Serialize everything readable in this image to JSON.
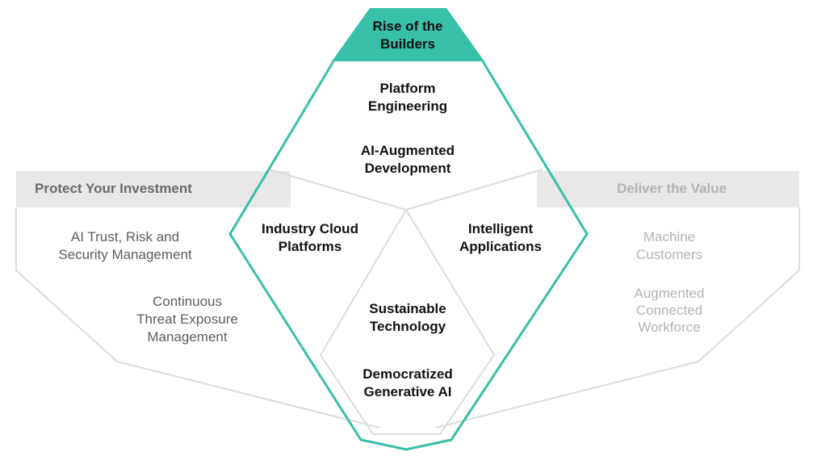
{
  "colors": {
    "accent": "#38c0a8",
    "outline": "#dcdcdc",
    "header_band": "#e8e8e8"
  },
  "top": {
    "title_line1": "Rise of the",
    "title_line2": "Builders"
  },
  "left": {
    "header": "Protect Your Investment",
    "item1_line1": "AI Trust, Risk and",
    "item1_line2": "Security Management",
    "item2_line1": "Continuous",
    "item2_line2": "Threat Exposure",
    "item2_line3": "Management"
  },
  "right": {
    "header": "Deliver the Value",
    "item1_line1": "Machine",
    "item1_line2": "Customers",
    "item2_line1": "Augmented",
    "item2_line2": "Connected",
    "item2_line3": "Workforce"
  },
  "center": {
    "platform_line1": "Platform",
    "platform_line2": "Engineering",
    "aiaug_line1": "AI-Augmented",
    "aiaug_line2": "Development",
    "industry_line1": "Industry Cloud",
    "industry_line2": "Platforms",
    "intelligent_line1": "Intelligent",
    "intelligent_line2": "Applications",
    "sustainable_line1": "Sustainable",
    "sustainable_line2": "Technology",
    "democratized_line1": "Democratized",
    "democratized_line2": "Generative AI"
  }
}
